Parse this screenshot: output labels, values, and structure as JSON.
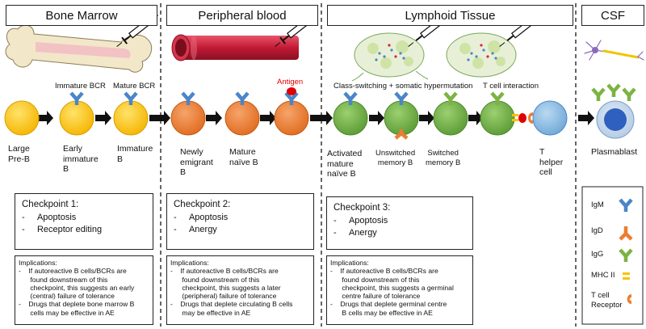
{
  "headers": {
    "bone_marrow": "Bone Marrow",
    "peripheral_blood": "Peripheral blood",
    "lymphoid_tissue": "Lymphoid Tissue",
    "csf": "CSF"
  },
  "annotations": {
    "immature_bcr": "Immature BCR",
    "mature_bcr": "Mature BCR",
    "antigen": "Antigen",
    "class_switching": "Class-switching + somatic hypermutation",
    "t_cell_interaction": "T cell interaction"
  },
  "cells": {
    "large_pre_b": [
      "Large",
      "Pre-B"
    ],
    "early_immature_b": [
      "Early",
      "immature",
      "B"
    ],
    "immature_b": [
      "Immature",
      "B"
    ],
    "newly_emigrant_b": [
      "Newly",
      "emigrant",
      "B"
    ],
    "mature_naive_b": [
      "Mature",
      "naïve B"
    ],
    "activated_mature_naive_b": [
      "Activated",
      "mature",
      "naïve B"
    ],
    "unswitched_memory_b": [
      "Unswitched",
      "memory B"
    ],
    "switched_memory_b": [
      "Switched",
      "memory B"
    ],
    "t_helper_cell": [
      "T",
      "helper",
      "cell"
    ],
    "plasmablast": "Plasmablast"
  },
  "checkpoints": [
    {
      "title": "Checkpoint 1:",
      "items": [
        "Apoptosis",
        "Receptor editing"
      ]
    },
    {
      "title": "Checkpoint 2:",
      "items": [
        "Apoptosis",
        "Anergy"
      ]
    },
    {
      "title": "Checkpoint 3:",
      "items": [
        "Apoptosis",
        "Anergy"
      ]
    }
  ],
  "implications": [
    {
      "title": "Implications:",
      "lines": [
        "If autoreactive B cells/BCRs are",
        "found downstream of this",
        "checkpoint, this suggests an early",
        "(central) failure of tolerance",
        "Drugs that deplete bone marrow B",
        "cells may be effective in AE"
      ]
    },
    {
      "title": "Implications:",
      "lines": [
        "If autoreactive B cells/BCRs are",
        "found downstream of this",
        "checkpoint, this suggests a later",
        "(peripheral) failure of tolerance",
        "Drugs that deplete circulating B cells",
        "may be effective in AE"
      ]
    },
    {
      "title": "Implications:",
      "lines": [
        "If autoreactive B cells/BCRs  are",
        "found downstream of this",
        "checkpoint, this suggests a germinal",
        "centre failure of tolerance",
        "Drugs that deplete germinal centre",
        "B cells may be effective in AE"
      ]
    }
  ],
  "legend": {
    "igm": "IgM",
    "igd": "IgD",
    "igg": "IgG",
    "mhc_ii": "MHC II",
    "t_cell_receptor": [
      "T cell",
      "Receptor"
    ]
  },
  "colors": {
    "yellow_cell": "#ffc000",
    "orange_cell": "#ed7d31",
    "green_cell": "#70ad47",
    "light_blue_cell": "#7fb6e0",
    "dark_blue_cell": "#2f5fbf",
    "igm": "#4a86c8",
    "igd": "#ed7d31",
    "igg": "#7cb342",
    "antigen": "#e00000",
    "mhc": "#ffc000",
    "tcr": "#ed7d31"
  },
  "icons": [
    "bone-icon",
    "syringe-icon",
    "blood-vessel-icon",
    "lymph-node-icon",
    "neuron-icon"
  ]
}
